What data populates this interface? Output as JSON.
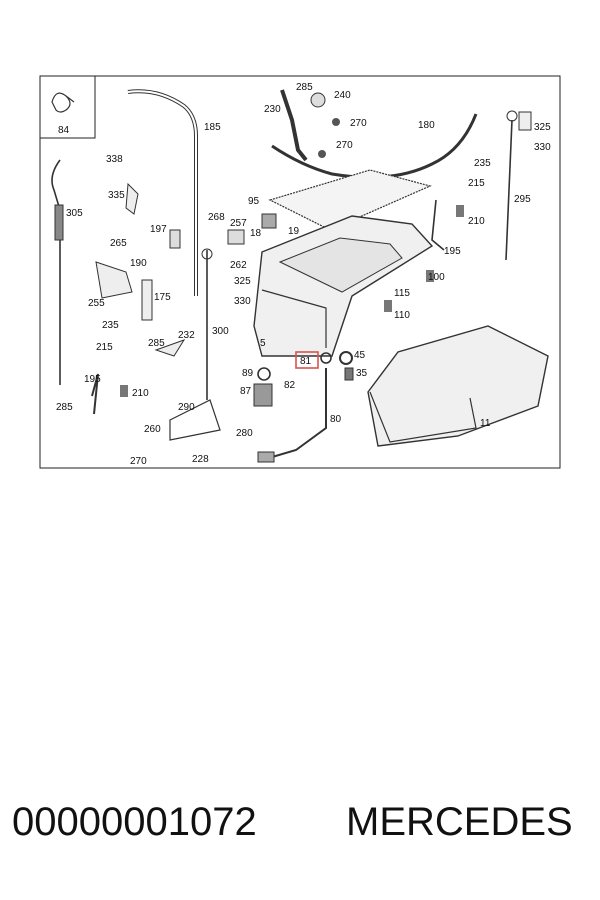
{
  "diagram": {
    "inset_label": "84",
    "highlight_color": "#d9534f",
    "highlighted_callout": "81",
    "callouts": [
      "185",
      "285",
      "240",
      "230",
      "270",
      "270",
      "180",
      "325",
      "330",
      "338",
      "235",
      "215",
      "305",
      "335",
      "95",
      "295",
      "197",
      "268",
      "257",
      "18",
      "19",
      "210",
      "265",
      "195",
      "190",
      "262",
      "325",
      "330",
      "100",
      "255",
      "175",
      "300",
      "115",
      "110",
      "235",
      "232",
      "215",
      "285",
      "5",
      "81",
      "45",
      "195",
      "89",
      "82",
      "35",
      "210",
      "87",
      "285",
      "290",
      "80",
      "11",
      "260",
      "280",
      "270",
      "228"
    ]
  },
  "caption": {
    "part_number": "00000001072",
    "brand": "MERCEDES"
  }
}
